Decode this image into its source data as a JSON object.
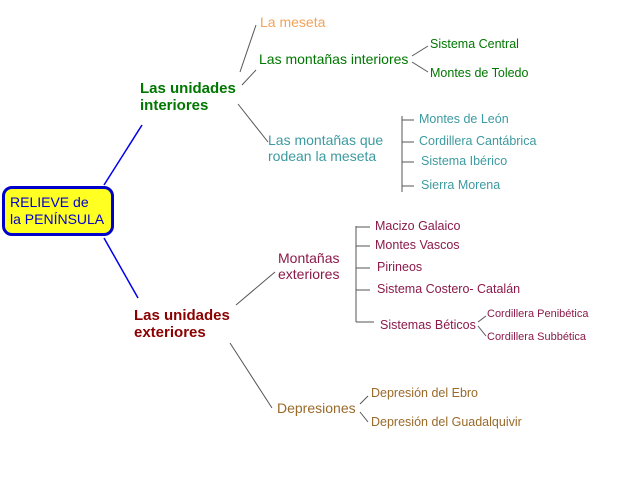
{
  "colors": {
    "root_border": "#0000cc",
    "root_fill": "#ffff22",
    "interior": "#007700",
    "meseta": "#f2a35a",
    "rodean": "#3d9aa0",
    "exterior": "#8b0000",
    "montanas_ext": "#8b1a4a",
    "depresiones": "#9a6a2a"
  },
  "root": {
    "line1": "RELIEVE de",
    "line2": "la PENÍNSULA"
  },
  "interiores": {
    "line1": "Las unidades",
    "line2": "interiores",
    "meseta": "La meseta",
    "montanas_interiores": {
      "label": "Las montañas interiores",
      "items": [
        "Sistema Central",
        "Montes de Toledo"
      ]
    },
    "montanas_rodean": {
      "line1": "Las montañas que",
      "line2": "rodean la meseta",
      "items": [
        "Montes de León",
        "Cordillera Cantábrica",
        "Sistema Ibérico",
        "Sierra Morena"
      ]
    }
  },
  "exteriores": {
    "line1": "Las unidades",
    "line2": "exteriores",
    "montanas_exteriores": {
      "line1": "Montañas",
      "line2": "exteriores",
      "items": [
        "Macizo Galaico",
        "Montes Vascos",
        "Pirineos",
        "Sistema Costero- Catalán"
      ],
      "beticos": {
        "label": "Sistemas Béticos",
        "items": [
          "Cordillera Penibética",
          "Cordillera Subbética"
        ]
      }
    },
    "depresiones": {
      "label": "Depresiones",
      "items": [
        "Depresión del Ebro",
        "Depresión del Guadalquivir"
      ]
    }
  }
}
